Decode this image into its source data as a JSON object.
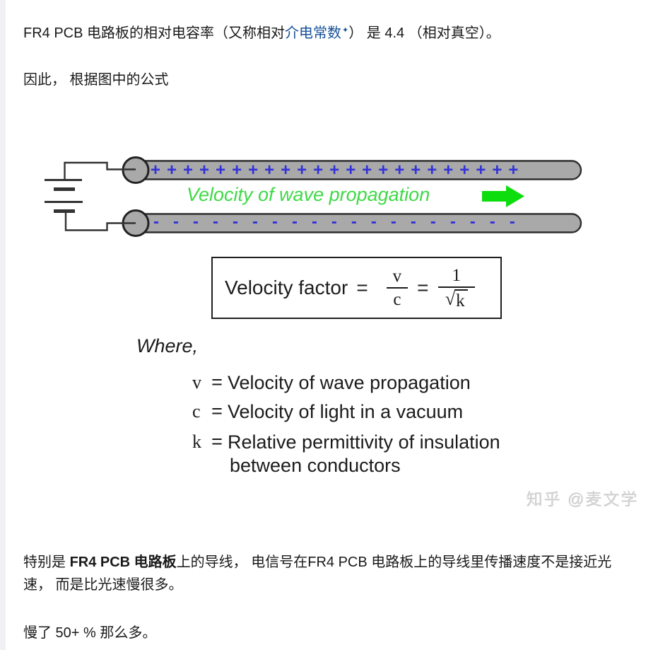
{
  "paragraphs": {
    "p1_before_link": "FR4 PCB 电路板的相对电容率（又称相对",
    "p1_link": "介电常数",
    "p1_link_sup": "✦",
    "p1_after_link": "）  是 4.4  （相对真空）。",
    "p2": "因此，  根据图中的公式",
    "p3_prefix": "特别是 ",
    "p3_bold": "FR4 PCB 电路板",
    "p3_rest": "上的导线，  电信号在FR4 PCB 电路板上的导线里传播速度不是接近光速，  而是比光速慢很多。",
    "p4": "慢了 50+ % 那么多。"
  },
  "figure": {
    "plus_row": "+++++++++++++++++++++++",
    "minus_row": "-------------------",
    "wave_label": "Velocity of wave propagation",
    "formula": {
      "lhs": "Velocity factor",
      "eq1": "=",
      "frac1_num": "v",
      "frac1_den": "c",
      "eq2": "=",
      "frac2_num": "1",
      "radical": "√",
      "radicand": "k"
    },
    "where_label": "Where,",
    "definitions": [
      {
        "symbol": "v",
        "eq": "=",
        "text": "Velocity of wave propagation"
      },
      {
        "symbol": "c",
        "eq": "=",
        "text": "Velocity of light in a vacuum"
      },
      {
        "symbol": "k",
        "eq": "=",
        "text": "Relative permittivity of insulation",
        "text2": "between conductors"
      }
    ],
    "colors": {
      "conductor_fill": "#a9a9a9",
      "conductor_border": "#2e2e2e",
      "charge_blue": "#3232d8",
      "wave_text_green": "#3fd946",
      "arrow_green": "#0ddd0d",
      "link_blue": "#175199"
    }
  },
  "watermark": "知乎 @麦文学"
}
